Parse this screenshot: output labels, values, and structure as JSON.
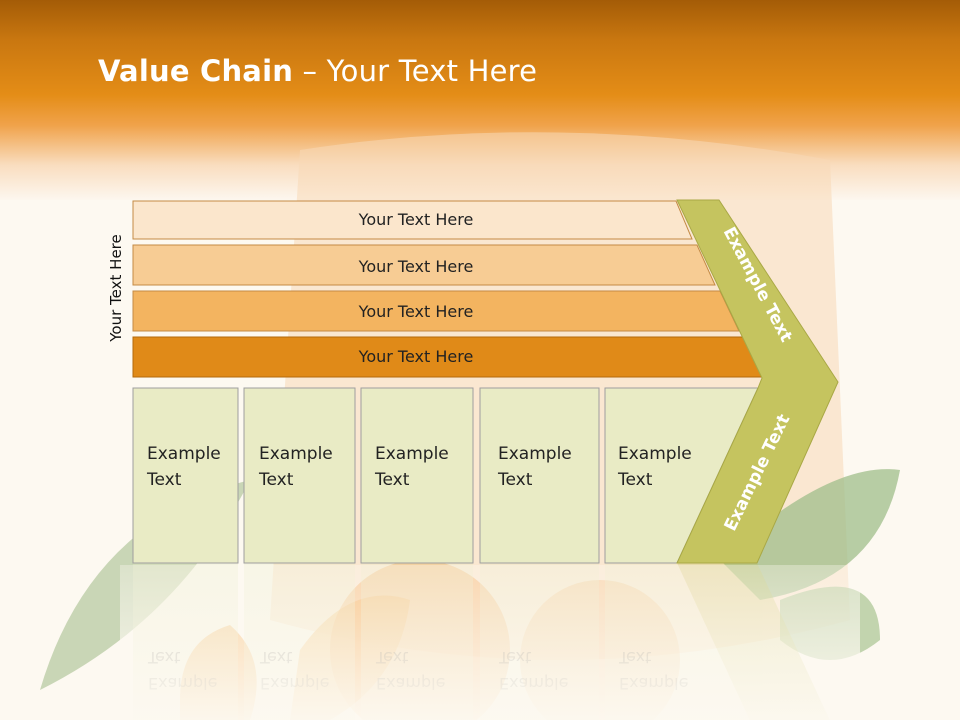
{
  "title": {
    "bold": "Value Chain",
    "rest": " – Your Text Here"
  },
  "side_label": "Your Text Here",
  "bars": [
    {
      "text": "Your Text Here",
      "color": "#fbe6cc"
    },
    {
      "text": "Your Text Here",
      "color": "#f7cc94"
    },
    {
      "text": "Your Text Here",
      "color": "#f3b460"
    },
    {
      "text": "Your Text Here",
      "color": "#e08a18"
    }
  ],
  "columns": [
    {
      "line1": "Example",
      "line2": "Text"
    },
    {
      "line1": "Example",
      "line2": "Text"
    },
    {
      "line1": "Example",
      "line2": "Text"
    },
    {
      "line1": "Example",
      "line2": "Text"
    },
    {
      "line1": "Example",
      "line2": "Text"
    }
  ],
  "chevron_top_text": "Example Text",
  "chevron_bottom_text": "Example Text",
  "colors": {
    "header_orange": "#e48d17",
    "column_fill": "#e9ebc5",
    "chevron_fill": "#c5c45f",
    "bar_border": "#c48a45"
  }
}
